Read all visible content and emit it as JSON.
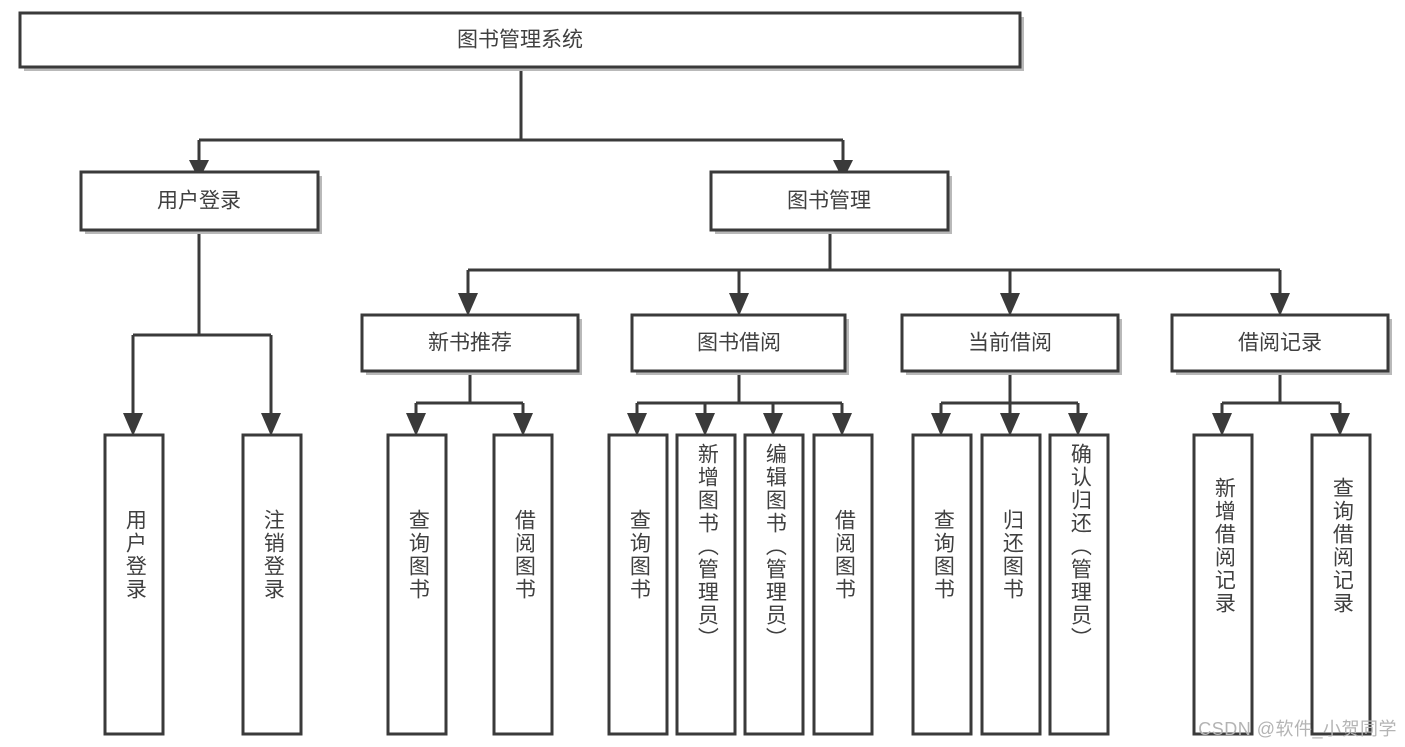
{
  "diagram": {
    "type": "tree-org-chart",
    "title": "图书管理系统",
    "watermark": "CSDN @软件_小贺同学",
    "colors": {
      "box_fill": "#ffffff",
      "box_stroke": "#3a3a3a",
      "text": "#404040",
      "shadow": "#b9b9b9",
      "watermark": "#b4b4b4",
      "background": "#ffffff"
    },
    "root": {
      "label": "图书管理系统"
    },
    "level2": [
      {
        "label": "用户登录"
      },
      {
        "label": "图书管理"
      }
    ],
    "level3": [
      {
        "label": "新书推荐"
      },
      {
        "label": "图书借阅"
      },
      {
        "label": "当前借阅"
      },
      {
        "label": "借阅记录"
      }
    ],
    "leaves": {
      "user_login": [
        {
          "label": "用户登录"
        },
        {
          "label": "注销登录"
        }
      ],
      "new_book": [
        {
          "label": "查询图书"
        },
        {
          "label": "借阅图书"
        }
      ],
      "book_borrow": [
        {
          "label": "查询图书"
        },
        {
          "label": "新增图书（管理员）"
        },
        {
          "label": "编辑图书（管理员）"
        },
        {
          "label": "借阅图书"
        }
      ],
      "current_borrow": [
        {
          "label": "查询图书"
        },
        {
          "label": "归还图书"
        },
        {
          "label": "确认归还（管理员）"
        }
      ],
      "borrow_record": [
        {
          "label": "新增借阅记录"
        },
        {
          "label": "查询借阅记录"
        }
      ]
    }
  }
}
